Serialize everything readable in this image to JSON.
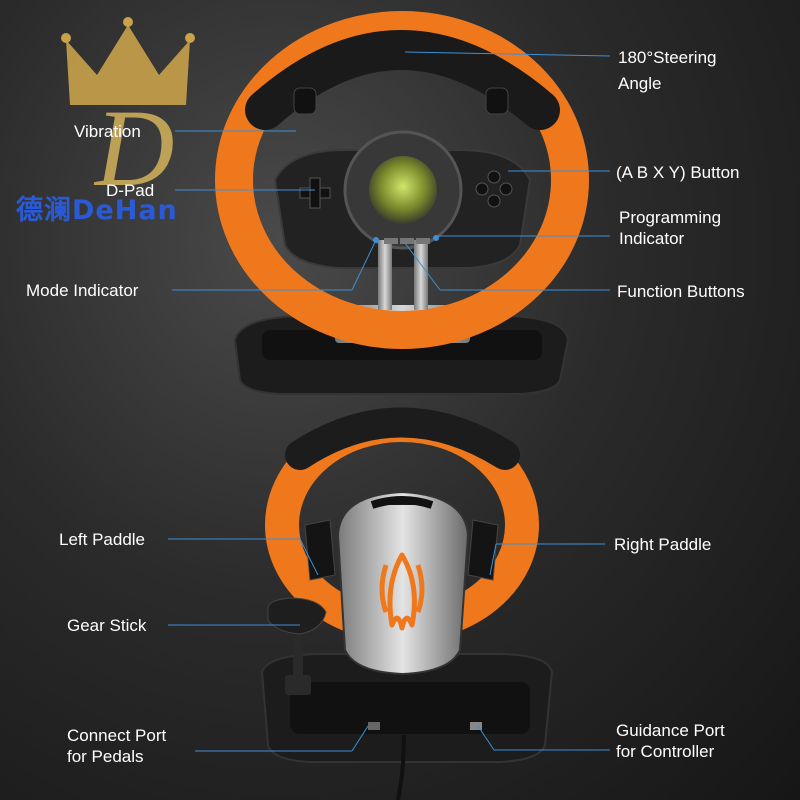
{
  "logo": {
    "monogram": "D",
    "wordmark": "德澜DeHan"
  },
  "callouts": {
    "steering_angle": [
      "180°Steering",
      "Angle"
    ],
    "vibration": "Vibration",
    "dpad": "D-Pad",
    "abxy": "(A B X Y) Button",
    "programming": [
      "Programming",
      "Indicator"
    ],
    "mode": "Mode Indicator",
    "function": "Function Buttons",
    "left_paddle": "Left Paddle",
    "right_paddle": "Right Paddle",
    "gear_stick": "Gear Stick",
    "connect_port": [
      "Connect Port",
      "for Pedals"
    ],
    "guidance_port": [
      "Guidance Port",
      "for Controller"
    ]
  },
  "colors": {
    "accent_orange": "#f0781c",
    "leader_line": "#3d8fd6",
    "logo_gold": "#c9a24a",
    "logo_blue": "#2a5bd7"
  }
}
